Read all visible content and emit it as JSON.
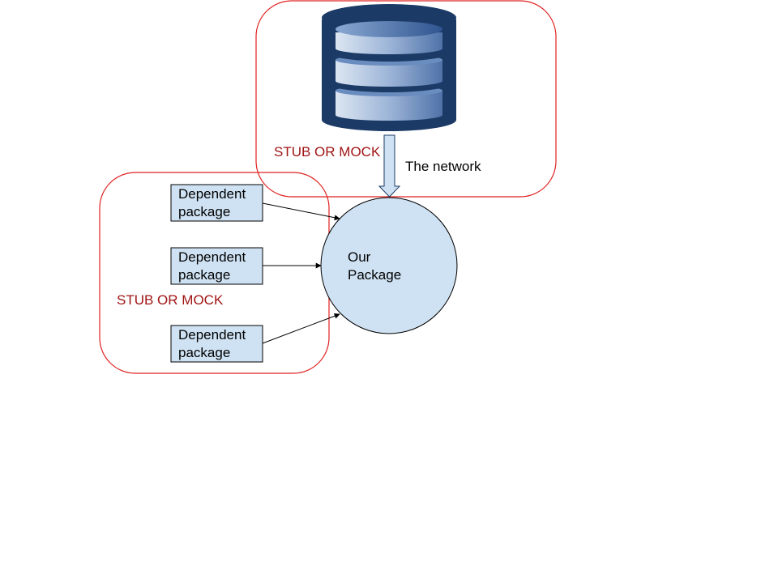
{
  "colors": {
    "boundary": "#e02020",
    "boundary_label": "#a01414",
    "box_fill": "#cfe2f3",
    "box_stroke": "#000000",
    "arrow": "#000000",
    "db_dark": "#1b3a66",
    "db_light": "#7a9cc9"
  },
  "labels": {
    "stub_top": "STUB OR MOCK",
    "stub_left": "STUB OR MOCK",
    "network": "The network",
    "our_package": "Our\nPackage"
  },
  "dependent_packages": [
    {
      "label": "Dependent\npackage"
    },
    {
      "label": "Dependent\npackage"
    },
    {
      "label": "Dependent\npackage"
    }
  ],
  "icons": {
    "database": "database-icon"
  }
}
